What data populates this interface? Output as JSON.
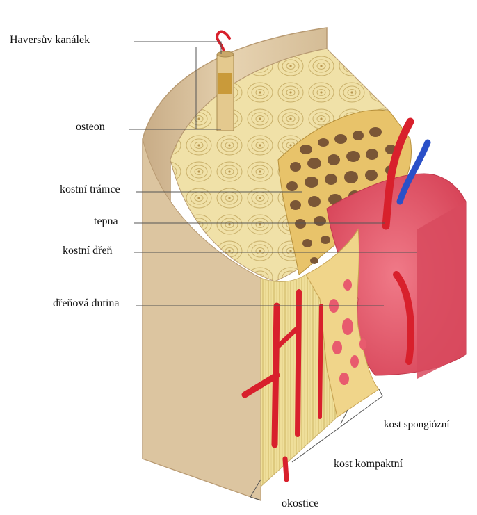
{
  "labels": {
    "haversian_canal": "Haversův kanálek",
    "osteon": "osteon",
    "trabeculae": "kostní trámce",
    "artery": "tepna",
    "marrow": "kostní dřeň",
    "medullary_cavity": "dřeňová dutina",
    "spongy_bone": "kost spongiózní",
    "compact_bone": "kost kompaktní",
    "periosteum": "okostice"
  },
  "colors": {
    "bone_outer": "#d9c3a0",
    "bone_inner": "#ecd9b3",
    "compact": "#f0e1a8",
    "spongy": "#e8c36a",
    "cavity": "#7a5636",
    "marrow": "#e85b6e",
    "artery": "#d8202c",
    "vein": "#2a50c8",
    "leader_line": "#555555"
  }
}
